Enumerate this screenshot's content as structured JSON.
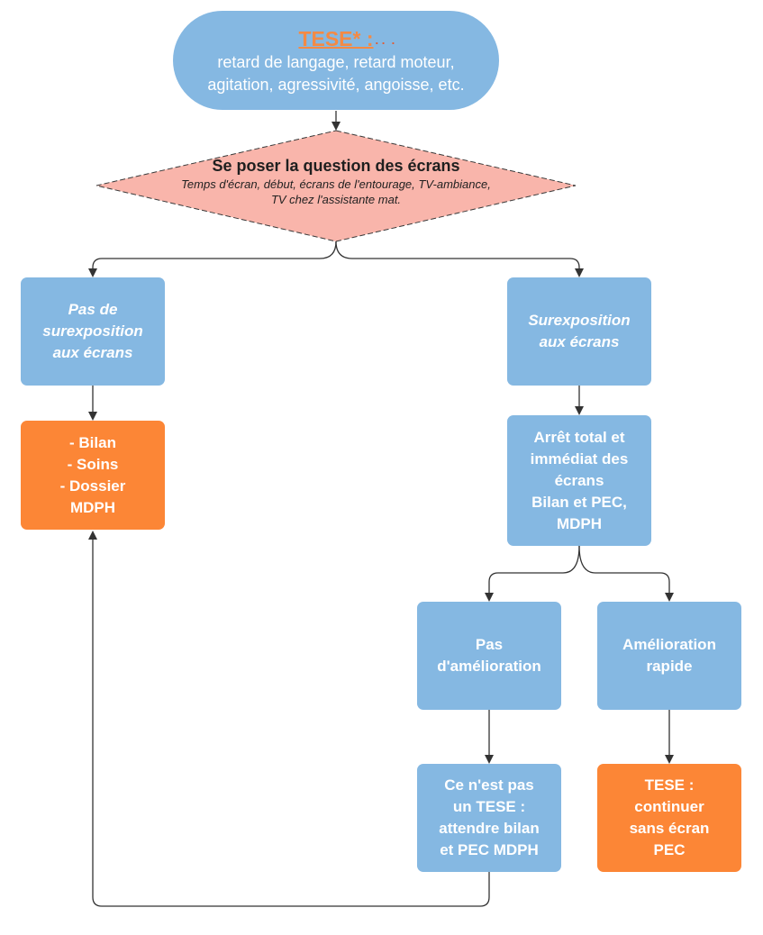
{
  "start": {
    "title": "TESE* :",
    "title_marks": ". .  .",
    "lines": [
      "retard de langage, retard moteur,",
      "agitation, agressivité, angoisse, etc."
    ]
  },
  "decision": {
    "title": "Se poser la question des écrans",
    "subtitle_lines": [
      "Temps d'écran, début, écrans de l'entourage, TV-ambiance,",
      "TV chez l'assistante mat."
    ]
  },
  "no_overexposure": {
    "lines": [
      "Pas de",
      "surexposition",
      "aux écrans"
    ]
  },
  "overexposure": {
    "lines": [
      "Surexposition",
      "aux écrans"
    ]
  },
  "actions": {
    "lines": [
      "- Bilan",
      "- Soins",
      "- Dossier",
      "MDPH"
    ]
  },
  "stop_screens": {
    "lines": [
      "Arrêt total et",
      "immédiat des",
      "écrans",
      "Bilan et PEC,",
      "MDPH"
    ]
  },
  "no_improvement": {
    "lines": [
      "Pas",
      "d'amélioration"
    ]
  },
  "rapid_improvement": {
    "lines": [
      "Amélioration",
      "rapide"
    ]
  },
  "not_tese": {
    "lines": [
      "Ce n'est pas",
      "un TESE :",
      "attendre bilan",
      "et PEC MDPH"
    ]
  },
  "tese_continue": {
    "lines": [
      "TESE :",
      "continuer",
      "sans écran",
      "PEC"
    ]
  },
  "colors": {
    "box_blue": "#85b8e2",
    "box_orange": "#fc8636",
    "decision_fill": "#f9b5ab",
    "title_orange": "#f48a44",
    "connector": "#333333"
  }
}
